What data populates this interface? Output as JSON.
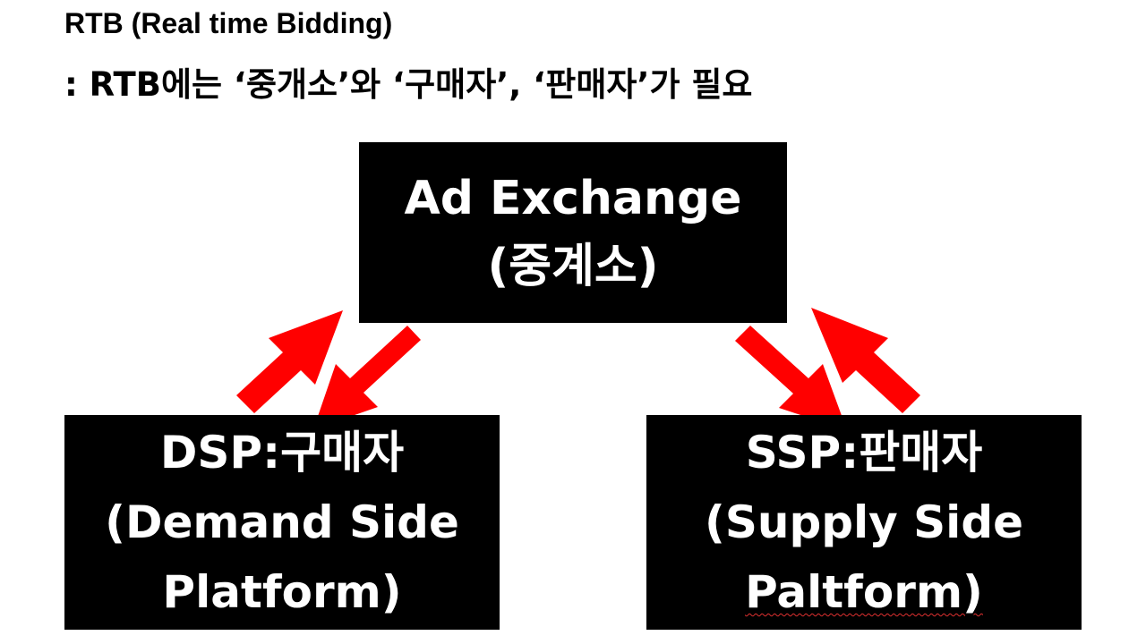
{
  "header": {
    "title": "RTB (Real time Bidding)",
    "subtitle": ": RTB에는 ‘중개소’와 ‘구매자’, ‘판매자’가 필요"
  },
  "nodes": {
    "ad_exchange": {
      "line1": "Ad Exchange",
      "line2": "(중계소)"
    },
    "dsp": {
      "line1": "DSP:구매자",
      "line2": "(Demand Side",
      "line3": "Platform)"
    },
    "ssp": {
      "line1": "SSP:판매자",
      "line2": "(Supply Side",
      "line3": "Paltform)"
    }
  },
  "colors": {
    "box": "#000000",
    "box_text": "#ffffff",
    "arrow": "#ff0000",
    "background": "#ffffff"
  },
  "edges": [
    {
      "name": "dsp-to-exchange-arrow",
      "direction": "up"
    },
    {
      "name": "exchange-to-dsp-arrow",
      "direction": "down"
    },
    {
      "name": "exchange-to-ssp-arrow",
      "direction": "down"
    },
    {
      "name": "ssp-to-exchange-arrow",
      "direction": "up"
    }
  ]
}
